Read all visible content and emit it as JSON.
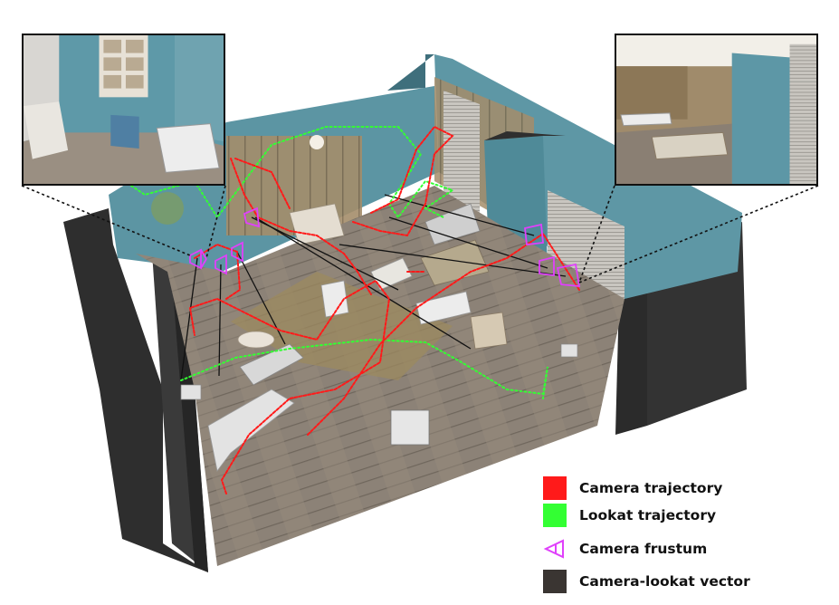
{
  "legend": {
    "items": [
      {
        "label": "Camera trajectory",
        "swatch": "square",
        "color": "#ff1a1a"
      },
      {
        "label": "Lookat  trajectory",
        "swatch": "square",
        "color": "#33ff33"
      },
      {
        "label": "Camera frustum",
        "swatch": "frustum-icon",
        "color": "#e040fb"
      },
      {
        "label": "Camera-lookat vector",
        "swatch": "square",
        "color": "#3a3532"
      }
    ]
  },
  "colors": {
    "camera_trajectory": "#ff1a1a",
    "lookat_trajectory": "#33ff33",
    "frustum": "#e040fb",
    "vector": "#111111",
    "wall": "#5f98a6",
    "floor": "#8a7f72",
    "exterior": "#2b2b2b"
  }
}
